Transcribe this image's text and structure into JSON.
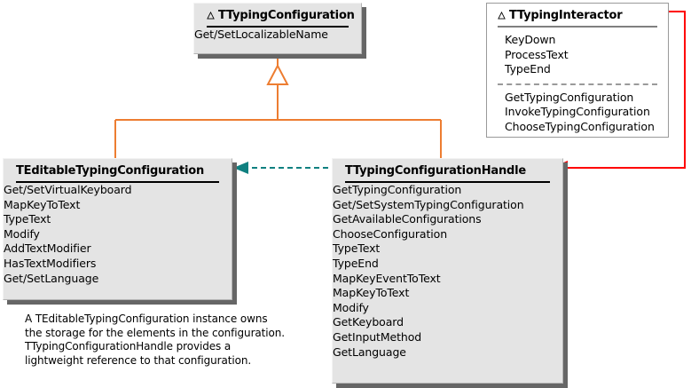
{
  "diagram": {
    "type": "uml-class-diagram",
    "colors": {
      "generalization": "#ED7D31",
      "dependency": "#0F8080",
      "association": "#FF0000",
      "class_fill": "#E4E4E4",
      "interface_fill": "#FFFFFF",
      "shadow": "#666666"
    }
  },
  "classes": [
    {
      "id": "ttypingconfiguration",
      "name": "TTypingConfiguration",
      "stereotype_icon": "delta-triangle-icon",
      "has_stereotype_icon": true,
      "style": "shadowed",
      "members": [
        [
          "Get/SetLocalizableName"
        ]
      ]
    },
    {
      "id": "ttypinginteractor",
      "name": "TTypingInteractor",
      "stereotype_icon": "delta-triangle-icon",
      "has_stereotype_icon": true,
      "style": "plain",
      "members": [
        [
          "KeyDown",
          "ProcessText",
          "TypeEnd"
        ],
        [
          "GetTypingConfiguration",
          "InvokeTypingConfiguration",
          "ChooseTypingConfiguration"
        ]
      ]
    },
    {
      "id": "teditabletypingconfiguration",
      "name": "TEditableTypingConfiguration",
      "stereotype_icon": "",
      "has_stereotype_icon": false,
      "style": "shadowed",
      "members": [
        [
          "Get/SetVirtualKeyboard",
          "MapKeyToText",
          "TypeText",
          "Modify",
          "AddTextModifier",
          "HasTextModifiers",
          "Get/SetLanguage"
        ]
      ]
    },
    {
      "id": "ttypingconfigurationhandle",
      "name": "TTypingConfigurationHandle",
      "stereotype_icon": "",
      "has_stereotype_icon": false,
      "style": "shadowed",
      "members": [
        [
          "GetTypingConfiguration",
          "Get/SetSystemTypingConfiguration",
          "GetAvailableConfigurations",
          "ChooseConfiguration",
          "TypeText",
          "TypeEnd",
          "MapKeyEventToText",
          "MapKeyToText",
          "Modify",
          "GetKeyboard",
          "GetInputMethod",
          "GetLanguage"
        ]
      ]
    }
  ],
  "relationships": [
    {
      "id": "generalization",
      "kind": "generalization",
      "from": [
        "teditabletypingconfiguration",
        "ttypingconfigurationhandle"
      ],
      "to": "ttypingconfiguration",
      "color": "#ED7D31",
      "arrow": "hollow-triangle"
    },
    {
      "id": "dependency",
      "kind": "dependency",
      "from": "ttypingconfigurationhandle",
      "to": "teditabletypingconfiguration",
      "color": "#0F8080",
      "arrow": "open-arrow",
      "line": "dashed"
    },
    {
      "id": "association",
      "kind": "association",
      "from": "ttypinginteractor",
      "to": "ttypingconfigurationhandle",
      "color": "#FF0000",
      "arrow": "solid-arrow",
      "line": "solid"
    }
  ],
  "note": {
    "id": "teditable-ownership-note",
    "lines": [
      "A TEditableTypingConfiguration instance owns",
      "the storage for the elements in the configuration.",
      "TTypingConfigurationHandle provides a",
      "lightweight reference to that configuration."
    ]
  }
}
